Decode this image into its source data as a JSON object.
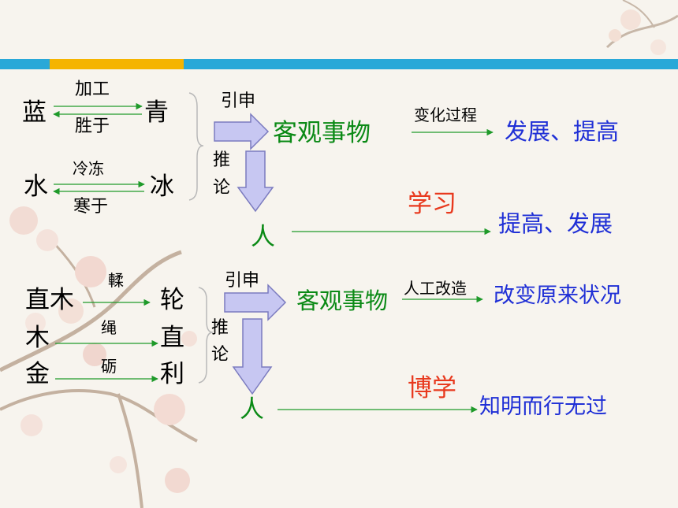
{
  "section1": {
    "left_pairs": [
      {
        "from": "蓝",
        "to": "青",
        "top_label": "加工",
        "bottom_label": "胜于"
      },
      {
        "from": "水",
        "to": "冰",
        "top_label": "冷冻",
        "bottom_label": "寒于"
      }
    ],
    "extend_label": "引申",
    "infer_label": [
      "推",
      "论"
    ],
    "object": "客观事物",
    "change_label": "变化过程",
    "object_result": "发展、提高",
    "person": "人",
    "person_label": "学习",
    "person_result": "提高、发展"
  },
  "section2": {
    "left_rows": [
      {
        "from": "直木",
        "label": "輮",
        "to": "轮"
      },
      {
        "from": "木",
        "label": "绳",
        "to": "直"
      },
      {
        "from": "金",
        "label": "砺",
        "to": "利"
      }
    ],
    "extend_label": "引申",
    "infer_label": [
      "推",
      "论"
    ],
    "object": "客观事物",
    "change_label": "人工改造",
    "object_result": "改变原来状况",
    "person": "人",
    "person_label": "博学",
    "person_result": "知明而行无过"
  },
  "colors": {
    "accent_blue": "#29a8d8",
    "accent_orange": "#f5b400",
    "green_text": "#0b8a16",
    "blue_text": "#1f2fd6",
    "red_text": "#e8391e",
    "block_arrow_fill": "#c7c7f2",
    "block_arrow_stroke": "#7b7bbf"
  }
}
